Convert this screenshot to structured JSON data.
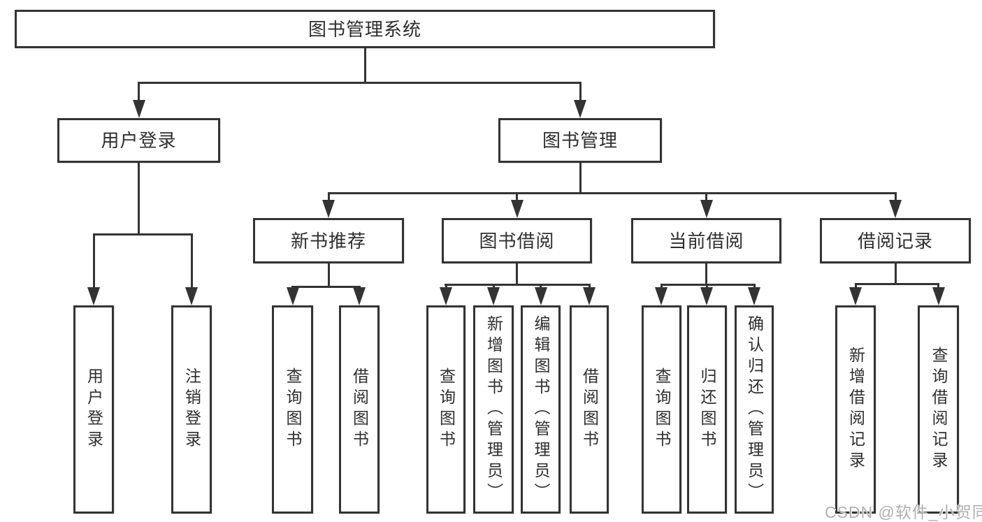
{
  "diagram": {
    "root": "图书管理系统",
    "level2": [
      "用户登录",
      "图书管理"
    ],
    "level3": [
      "新书推荐",
      "图书借阅",
      "当前借阅",
      "借阅记录"
    ],
    "leaves": {
      "user_login": [
        "用户登录",
        "注销登录"
      ],
      "new_book": [
        "查询图书",
        "借阅图书"
      ],
      "book_borrow": [
        "查询图书",
        "新增图书（管理员）",
        "编辑图书（管理员）",
        "借阅图书"
      ],
      "current_borrow": [
        "查询图书",
        "归还图书",
        "确认归还（管理员）"
      ],
      "borrow_record": [
        "新增借阅记录",
        "查询借阅记录"
      ]
    }
  },
  "watermark": "CSDN @软件_小贺同学",
  "colors": {
    "line": "#333333",
    "text": "#2e2e2e",
    "background": "#ffffff",
    "watermark": "#b0b0b0"
  }
}
